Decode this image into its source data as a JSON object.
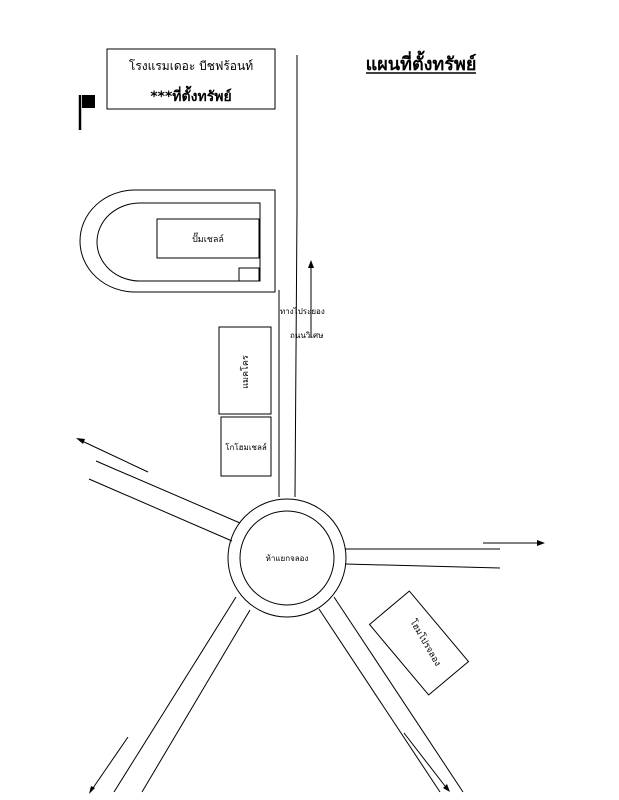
{
  "map": {
    "title": "แผนที่ตั้งทรัพย์",
    "hotel_name": "โรงแรมเดอะ บีชฟร้อนท์",
    "property_marker": "***ที่ตั้งทรัพย์",
    "pump_label": "ปั๊มเชลล์",
    "makro_label": "แมคโคร",
    "homepro_outlet_label": "โกโฮมเชลล์",
    "to_rayong_label": "ทางไประยอง",
    "road_label": "ถนนวิเศษ",
    "roundabout_label": "ห้าแยกจลอง",
    "homepro_label": "โฮมโปรจลอง"
  }
}
